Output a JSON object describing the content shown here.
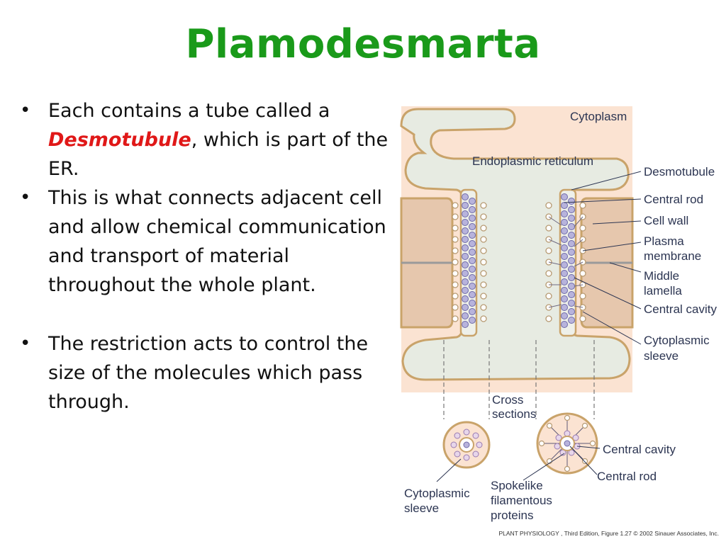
{
  "title": "Plamodesmarta",
  "bullets": [
    {
      "pre": "Each contains a tube called a ",
      "emphasis": "Desmotubule",
      "post": ", which is part of the ER."
    },
    {
      "text": "This is what connects adjacent cell and allow chemical communication and transport of material throughout the whole plant."
    },
    {
      "text": "The restriction acts to control the size of the molecules which pass through."
    }
  ],
  "diagram": {
    "region_labels": {
      "cytoplasm": "Cytoplasm",
      "er": "Endoplasmic reticulum"
    },
    "side_labels": {
      "desmotubule": "Desmotubule",
      "central_rod": "Central rod",
      "cell_wall": "Cell wall",
      "plasma_membrane_1": "Plasma",
      "plasma_membrane_2": "membrane",
      "middle_lamella_1": "Middle",
      "middle_lamella_2": "lamella",
      "central_cavity": "Central cavity",
      "cytoplasmic_sleeve_1": "Cytoplasmic",
      "cytoplasmic_sleeve_2": "sleeve"
    },
    "cross_section_labels": {
      "cross_1": "Cross",
      "cross_2": "sections",
      "central_cavity": "Central cavity",
      "central_rod": "Central rod",
      "sleeve_1": "Cytoplasmic",
      "sleeve_2": "sleeve",
      "spoke_1": "Spokelike",
      "spoke_2": "filamentous",
      "spoke_3": "proteins"
    },
    "credit": "PLANT PHYSIOLOGY , Third Edition, Figure 1.27  © 2002 Sinauer Associates, Inc.",
    "colors": {
      "cytoplasm_bg": "#fbe3d2",
      "er": "#e7ebe2",
      "membrane": "#c9a36a",
      "wall": "#e6c7ad",
      "lamella": "#9a9a9a",
      "particle": "#b7b3dc"
    }
  }
}
